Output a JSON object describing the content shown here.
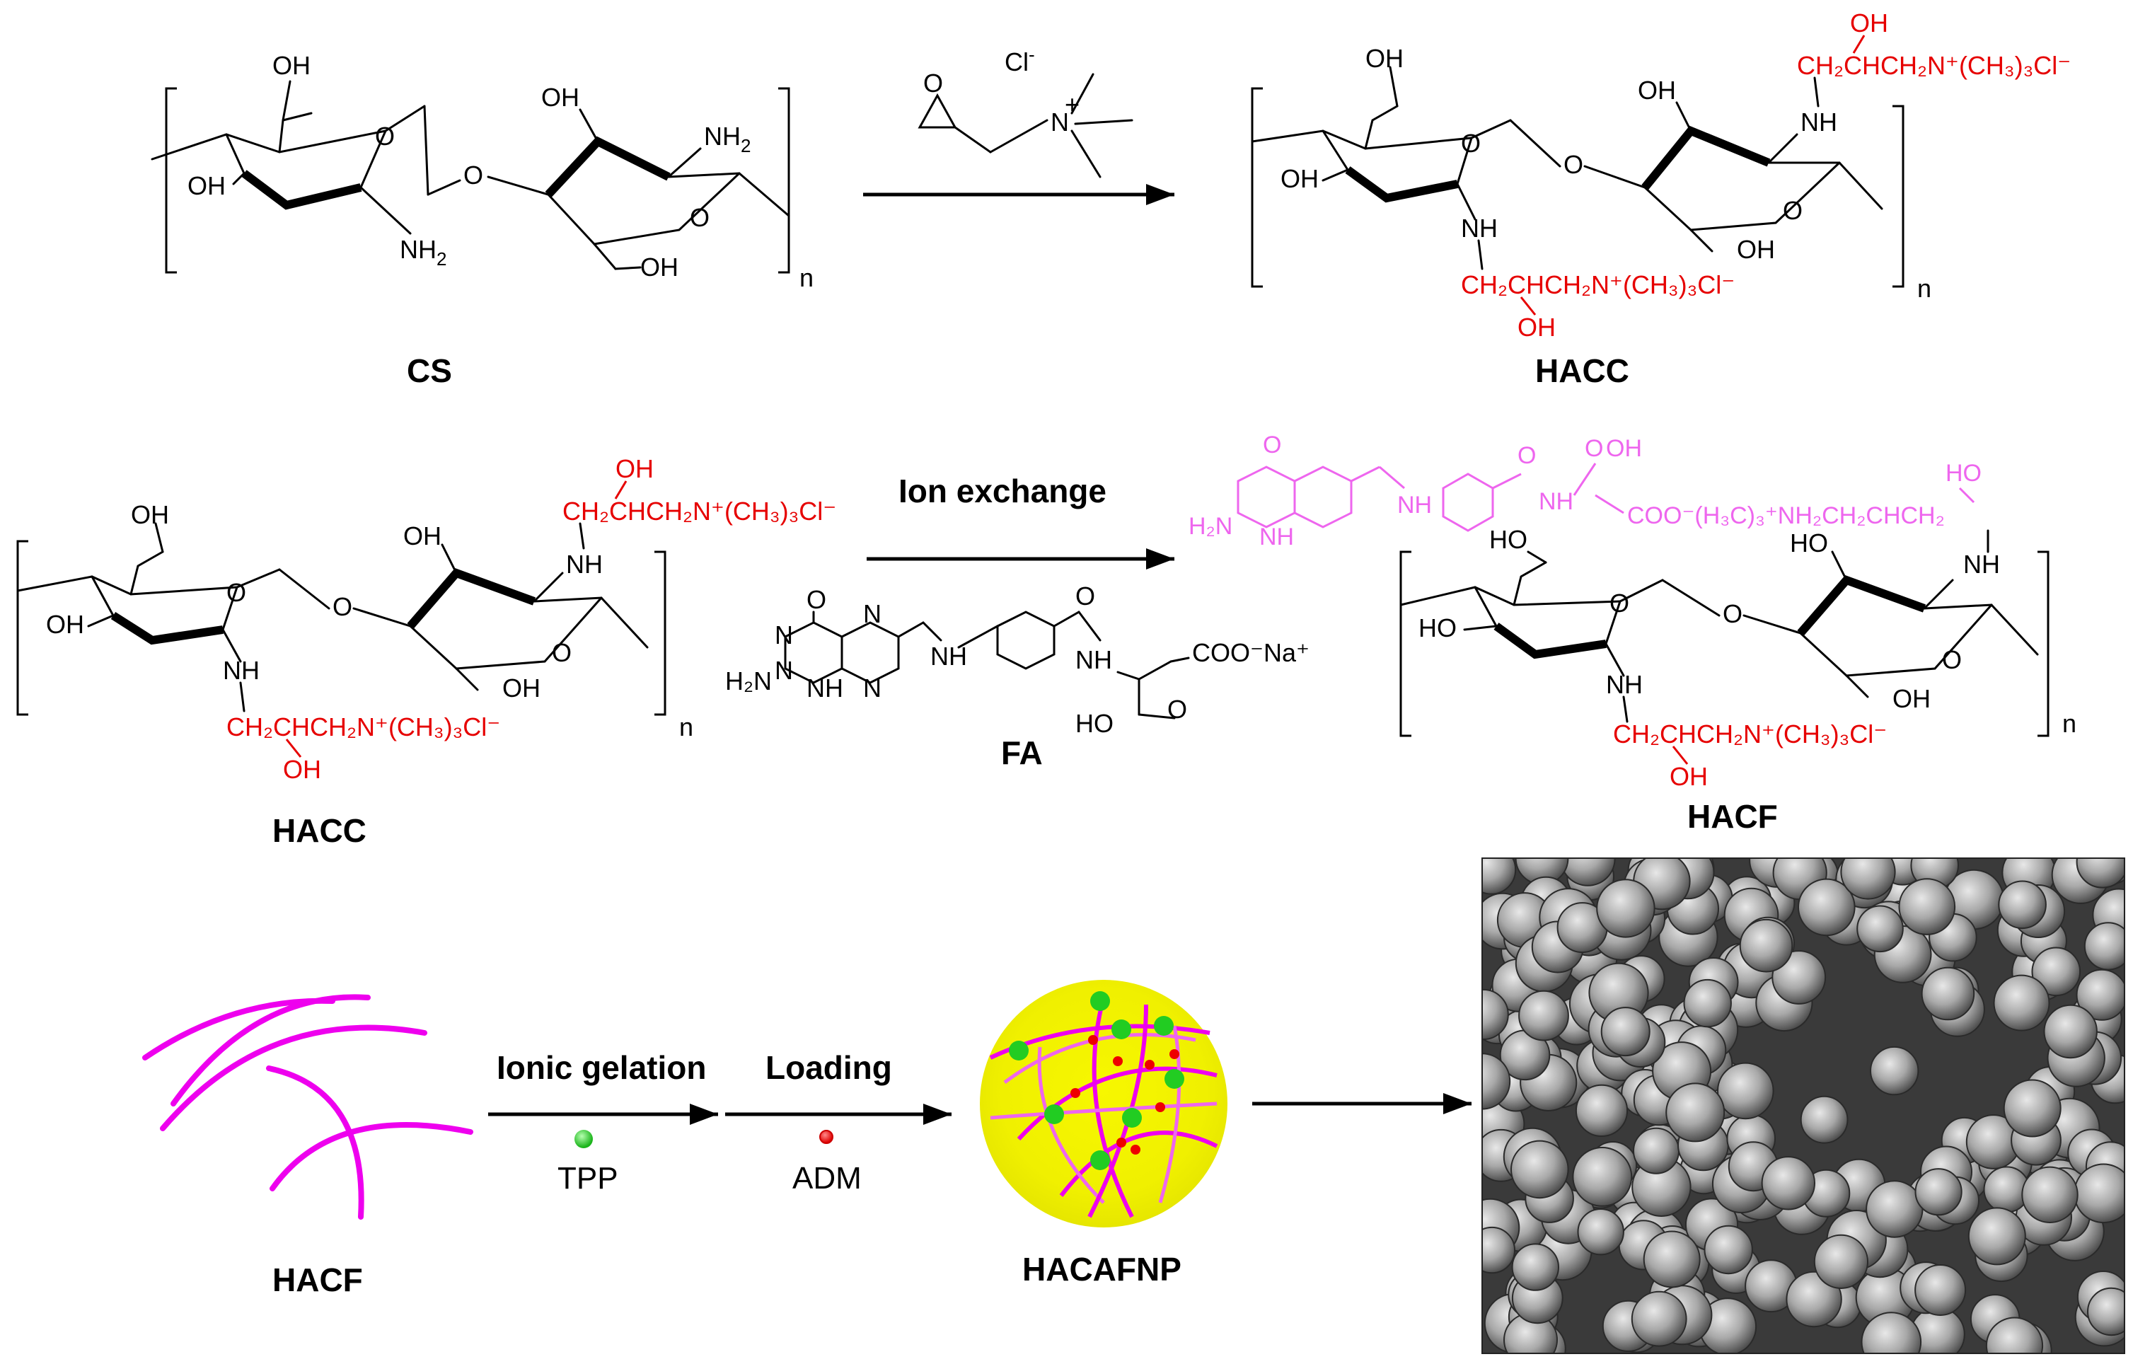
{
  "labels": {
    "cs": "CS",
    "hacc_top": "HACC",
    "hacc_mid": "HACC",
    "fa": "FA",
    "hacf_mid": "HACF",
    "hacf_bottom": "HACF",
    "hacafnp": "HACAFNP",
    "ion_exchange": "Ion exchange",
    "ionic_gelation": "Ionic gelation",
    "loading": "Loading",
    "tpp": "TPP",
    "adm": "ADM"
  },
  "atoms": {
    "oh": "OH",
    "ho": "HO",
    "o": "O",
    "nh": "NH",
    "nh2": "NH",
    "sub2": "2",
    "n": "n",
    "cl": "Cl",
    "minus": "-",
    "plus": "+",
    "quat_chain_a": "CH",
    "quat_chain_full": "CH₂CHCH₂N⁺(CH₃)₃Cl⁻",
    "quat_chain_top": "CH₂CHCH₂N⁺(CH₃)₃Cl⁻",
    "n_atom": "N",
    "h": "H",
    "h2n": "H₂N",
    "coona": "COO⁻Na⁺",
    "fa_cooh": "OH",
    "fa_pink_h2n": "H₂N",
    "fa_pink_chain": "COO⁻(H₃C)₃⁺NH₂CH₂CHCH₂",
    "fa_pink_c": "C",
    "fa_pink_oh": "HO"
  },
  "colors": {
    "hacc_substituent": "#e60000",
    "fa_conjugate": "#ee66ee",
    "hacf_network": "#ee00ee",
    "tpp": "#22cc22",
    "adm": "#ee0000",
    "nanoparticle": "#f5f500"
  }
}
